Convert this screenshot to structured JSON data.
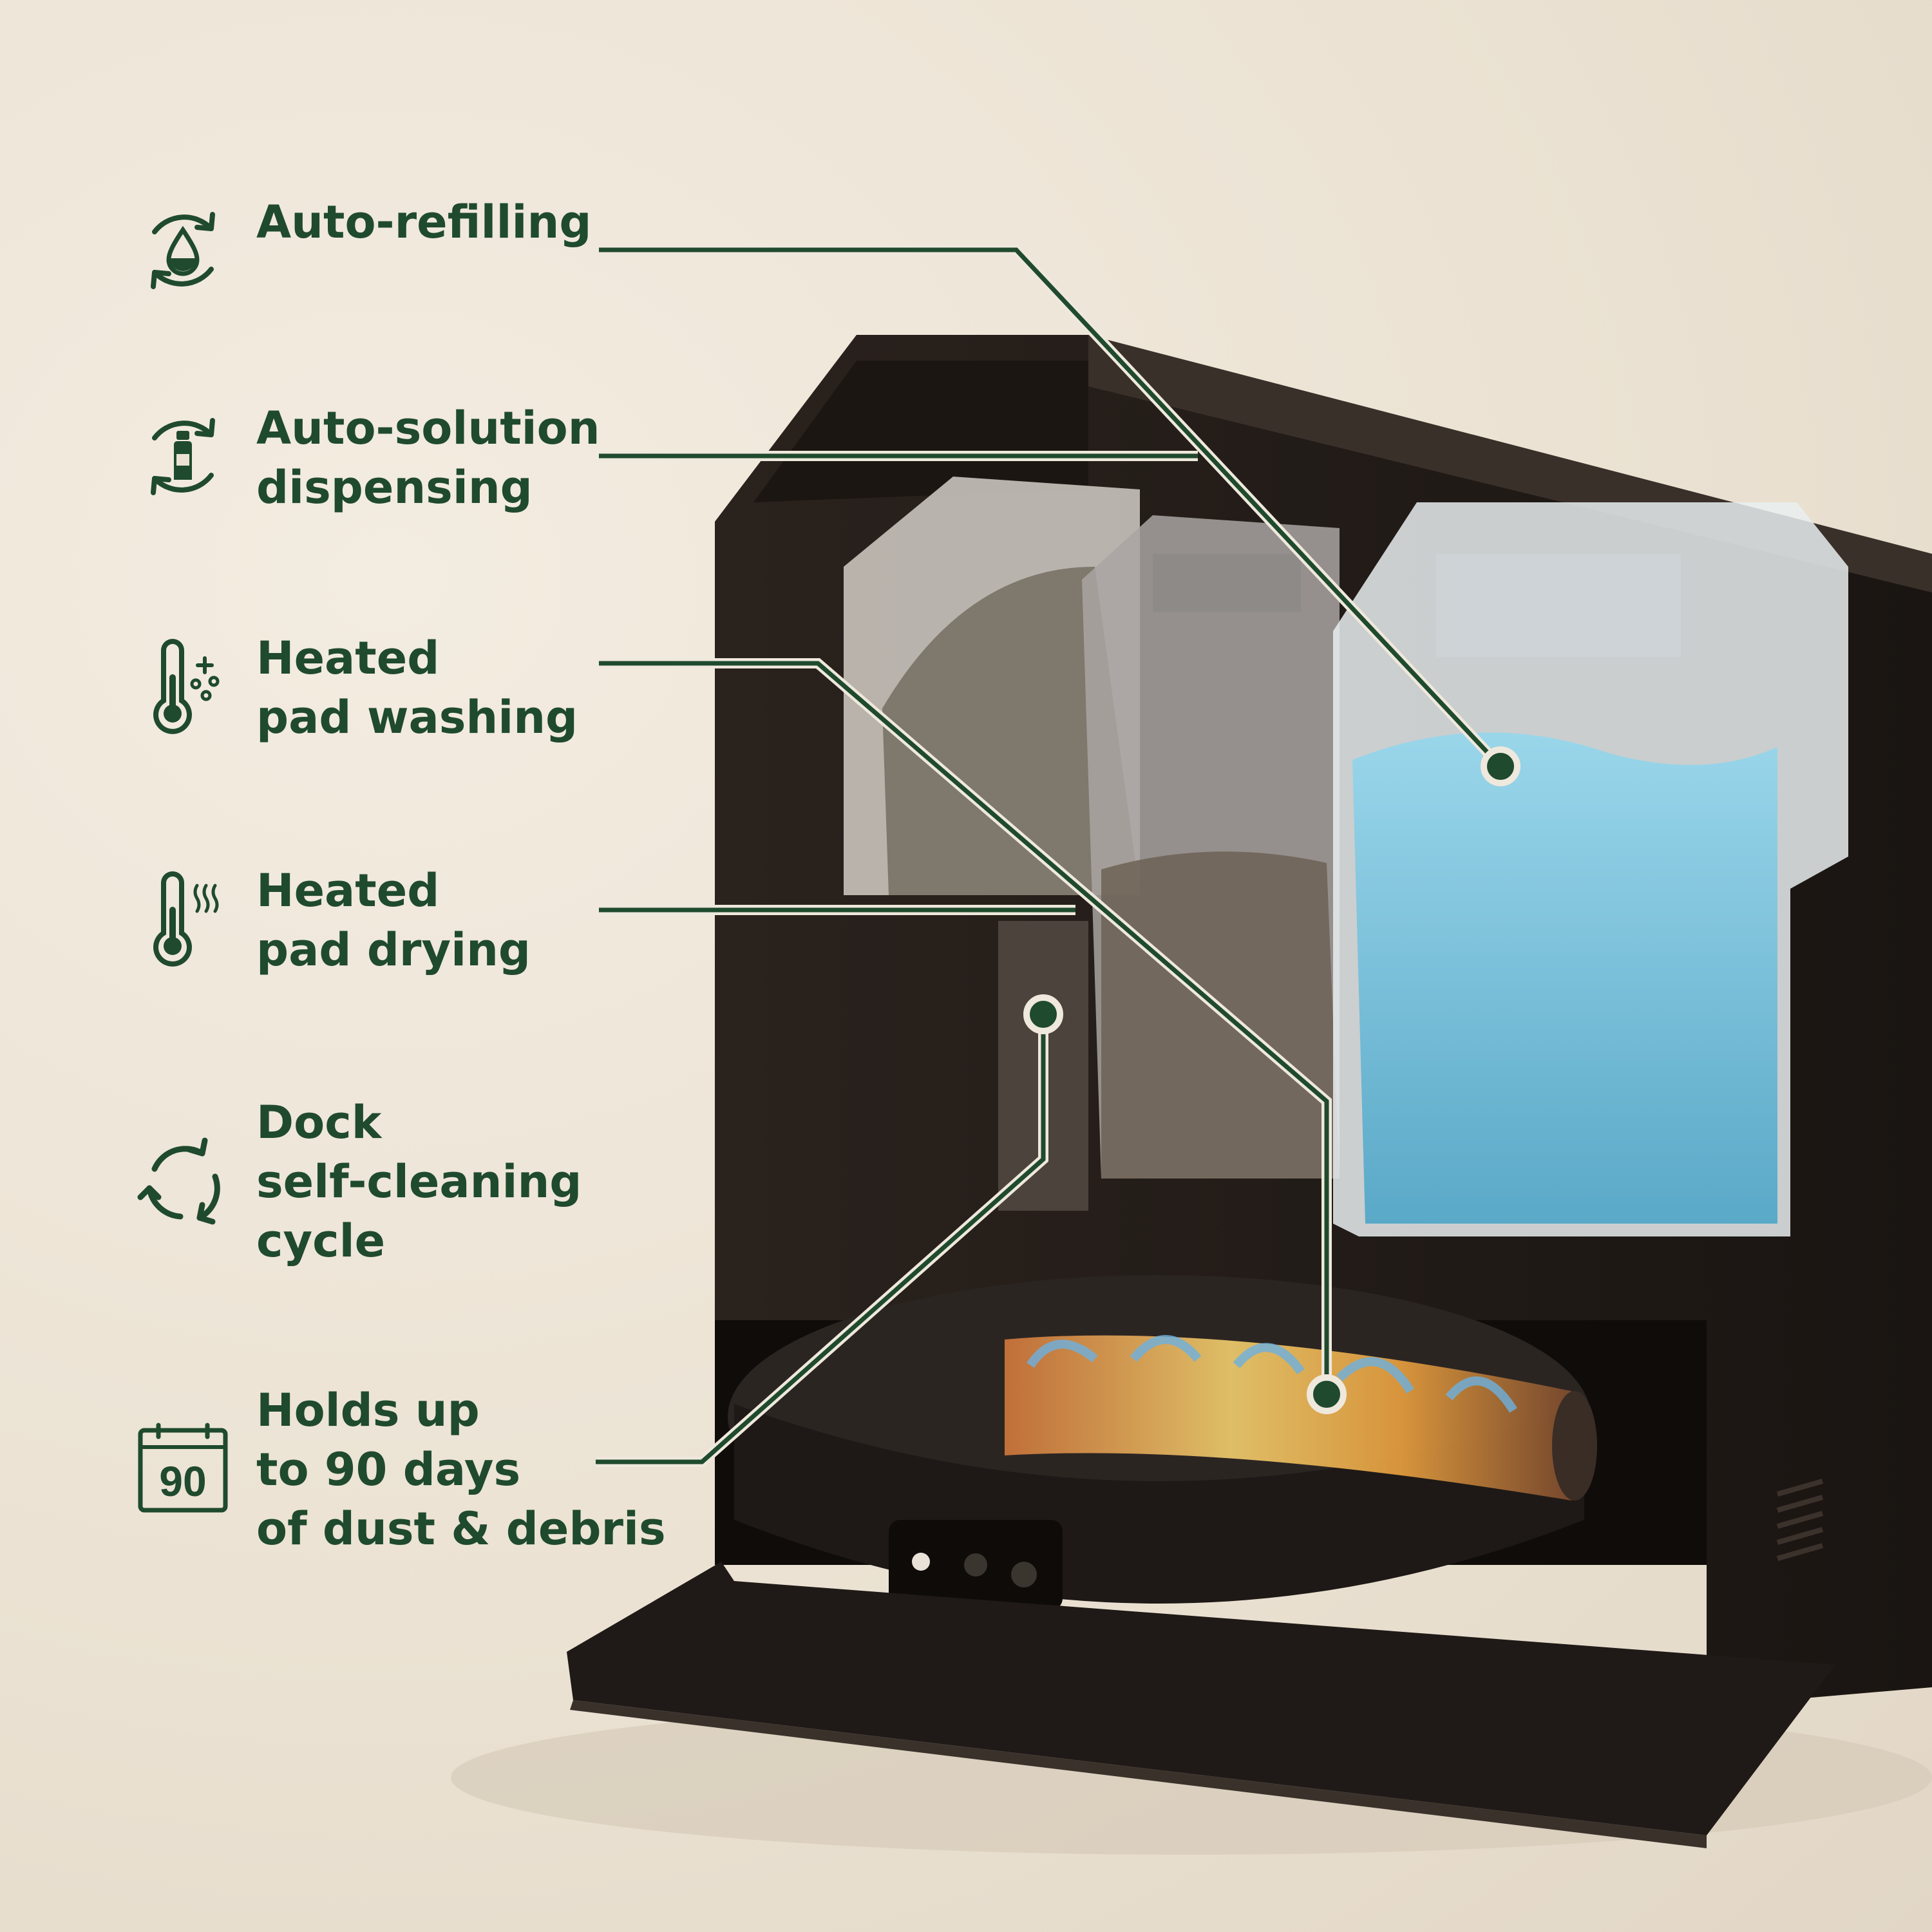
{
  "features": [
    {
      "icon": "water-drop-refill-icon",
      "label": "Auto-refilling"
    },
    {
      "icon": "bottle-refill-icon",
      "label": "Auto-solution\ndispensing"
    },
    {
      "icon": "thermometer-sparkle-icon",
      "label": "Heated\npad washing"
    },
    {
      "icon": "thermometer-heat-icon",
      "label": "Heated\npad drying"
    },
    {
      "icon": "recycle-arrows-icon",
      "label": "Dock\nself-cleaning\ncycle"
    },
    {
      "icon": "calendar-icon",
      "label": "Holds up\nto 90 days\nof dust & debris",
      "badge": "90"
    }
  ],
  "colors": {
    "brand_green": "#1f4a2d",
    "callout_outline": "#efe8dc",
    "background": "#ebe2d3",
    "dock_body": "#241d19",
    "clean_water": "#7cc3dc"
  }
}
